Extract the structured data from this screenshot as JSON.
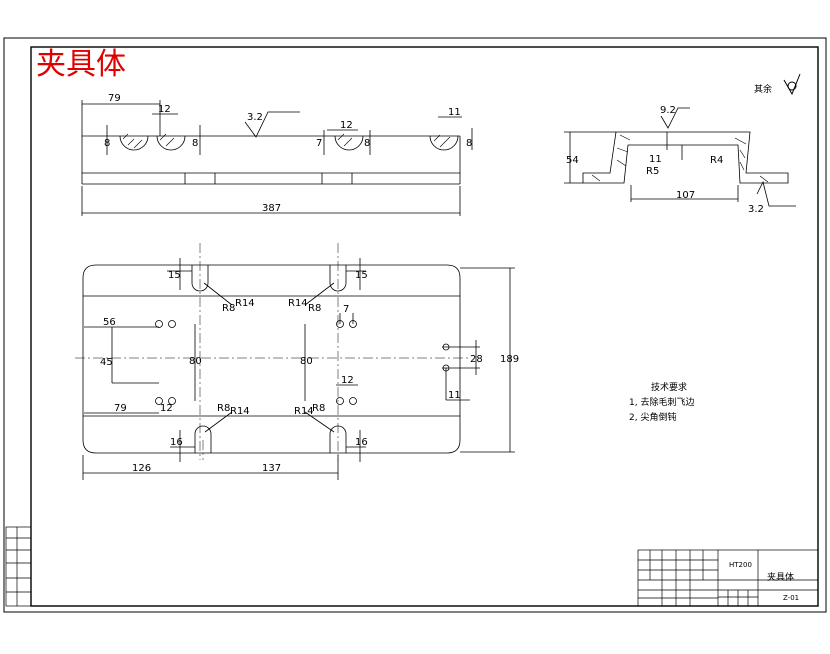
{
  "title_stamp": "夹具体",
  "roughness_note": {
    "label": "其余"
  },
  "top_view": {
    "dims": {
      "d79": "79",
      "d12a": "12",
      "d8a": "8",
      "d8b": "8",
      "surf": "3.2",
      "d12b": "12",
      "d7": "7",
      "d8c": "8",
      "d11": "11",
      "d8d": "8",
      "d387": "387"
    }
  },
  "section_view": {
    "dims": {
      "surf_top": "9.2",
      "d54": "54",
      "d11": "11",
      "r5": "R5",
      "r4": "R4",
      "d107": "107",
      "surf_bottom": "3.2"
    }
  },
  "plan_view": {
    "dims": {
      "d15a": "15",
      "d15b": "15",
      "r14a": "R14",
      "r8a": "R8",
      "r14b": "R14",
      "r8b": "R8",
      "d56": "56",
      "d45": "45",
      "d80a": "80",
      "d80b": "80",
      "d28": "28",
      "d189": "189",
      "d12a": "12",
      "d79": "79",
      "d12b": "12",
      "r8c": "R8",
      "r14c": "R14",
      "r14d": "R14",
      "r8d": "R8",
      "d11": "11",
      "d16a": "16",
      "d16b": "16",
      "d126": "126",
      "d137": "137",
      "d7": "7"
    }
  },
  "tech_requirements": {
    "title": "技术要求",
    "items": [
      "1, 去除毛刺飞边",
      "2, 尖角倒钝"
    ]
  },
  "title_block": {
    "name": "夹具体",
    "drawing_no": "Z-01",
    "material": "HT200"
  }
}
